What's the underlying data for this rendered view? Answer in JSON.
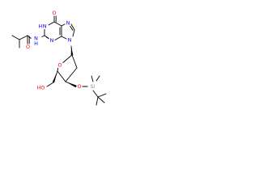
{
  "colors": {
    "background": "#ffffff",
    "bond": "#000000",
    "oxygen": "#ff0000",
    "nitrogen": "#0000ff",
    "silicon": "#8c8c8c",
    "carbon_label": "#000000"
  },
  "atom_labels": {
    "carbonyl_o_top": "O",
    "ring_nh": "N",
    "ring_h": "H",
    "ring_n_left": "N",
    "n7": "N",
    "n9": "N",
    "amide_o": "O",
    "amide_nh": "N",
    "amide_h": "H",
    "ring_o": "O",
    "hydroxyl": "HO",
    "ether_o": "O",
    "silicon": "Si"
  }
}
